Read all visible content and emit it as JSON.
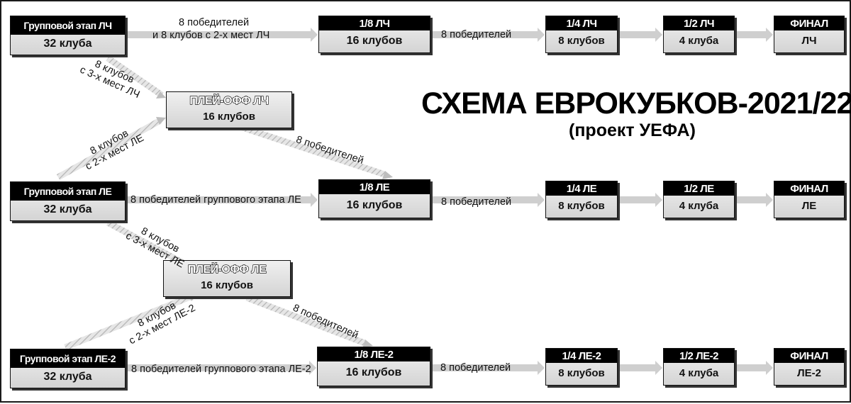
{
  "title": "СХЕМА ЕВРОКУБКОВ-2021/22",
  "subtitle": "(проект УЕФА)",
  "colors": {
    "box_fill": "#e2e2e2",
    "header_fill": "#000000",
    "arrow": "#c8c8c8"
  },
  "boxes": {
    "cl_group": {
      "top": "Групповой этап ЛЧ",
      "bottom": "32 клуба"
    },
    "cl_r16": {
      "top": "1/8 ЛЧ",
      "bottom": "16 клубов"
    },
    "cl_qf": {
      "top": "1/4 ЛЧ",
      "bottom": "8 клубов"
    },
    "cl_sf": {
      "top": "1/2 ЛЧ",
      "bottom": "4 клуба"
    },
    "cl_final": {
      "top": "ФИНАЛ",
      "bottom": "ЛЧ"
    },
    "cl_playoff": {
      "top": "ПЛЕЙ-ОФФ ЛЧ",
      "bottom": "16 клубов"
    },
    "el_group": {
      "top": "Групповой этап ЛЕ",
      "bottom": "32 клуба"
    },
    "el_r16": {
      "top": "1/8 ЛЕ",
      "bottom": "16 клубов"
    },
    "el_qf": {
      "top": "1/4 ЛЕ",
      "bottom": "8 клубов"
    },
    "el_sf": {
      "top": "1/2 ЛЕ",
      "bottom": "4 клуба"
    },
    "el_final": {
      "top": "ФИНАЛ",
      "bottom": "ЛЕ"
    },
    "el_playoff": {
      "top": "ПЛЕЙ-ОФФ ЛЕ",
      "bottom": "16 клубов"
    },
    "el2_group": {
      "top": "Групповой этап ЛЕ-2",
      "bottom": "32 клуба"
    },
    "el2_r16": {
      "top": "1/8 ЛЕ-2",
      "bottom": "16 клубов"
    },
    "el2_qf": {
      "top": "1/4 ЛЕ-2",
      "bottom": "8 клубов"
    },
    "el2_sf": {
      "top": "1/2 ЛЕ-2",
      "bottom": "4 клуба"
    },
    "el2_final": {
      "top": "ФИНАЛ",
      "bottom": "ЛЕ-2"
    }
  },
  "labels": {
    "cl_winners_line1": "8 победителей",
    "cl_winners_line2": "и 8 клубов с 2-х мест ЛЧ",
    "cl_r16_to_qf": "8 победителей",
    "cl_third_line1": "8 клубов",
    "cl_third_line2": "с 3-х мест ЛЧ",
    "el_second_line1": "8 клубов",
    "el_second_line2": "с 2-х мест ЛЕ",
    "cl_playoff_winners": "8 победителей",
    "el_group_winners": "8 победителей группового этапа ЛЕ",
    "el_r16_to_qf": "8 победителей",
    "el_third_line1": "8 клубов",
    "el_third_line2": "с 3-х мест ЛЕ",
    "el2_second_line1": "8 клубов",
    "el2_second_line2": "с 2-х мест ЛЕ-2",
    "el_playoff_winners": "8 победителей",
    "el2_group_winners": "8 победителей группового этапа ЛЕ-2",
    "el2_r16_to_qf": "8 победителей"
  }
}
